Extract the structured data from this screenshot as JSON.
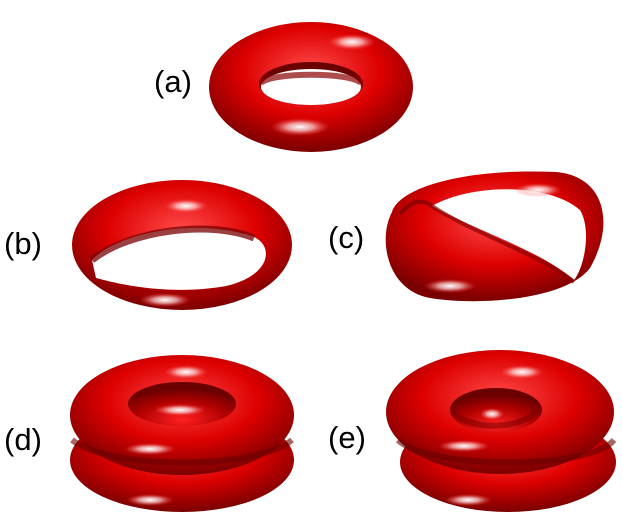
{
  "labels": {
    "a": "(a)",
    "b": "(b)",
    "c": "(c)",
    "d": "(d)",
    "e": "(e)"
  },
  "colors": {
    "torus_base": "#dd0000",
    "torus_dark": "#7a0000",
    "torus_light": "#ff3a3a",
    "highlight": "#ffffff",
    "background": "#ffffff",
    "text": "#000000"
  }
}
